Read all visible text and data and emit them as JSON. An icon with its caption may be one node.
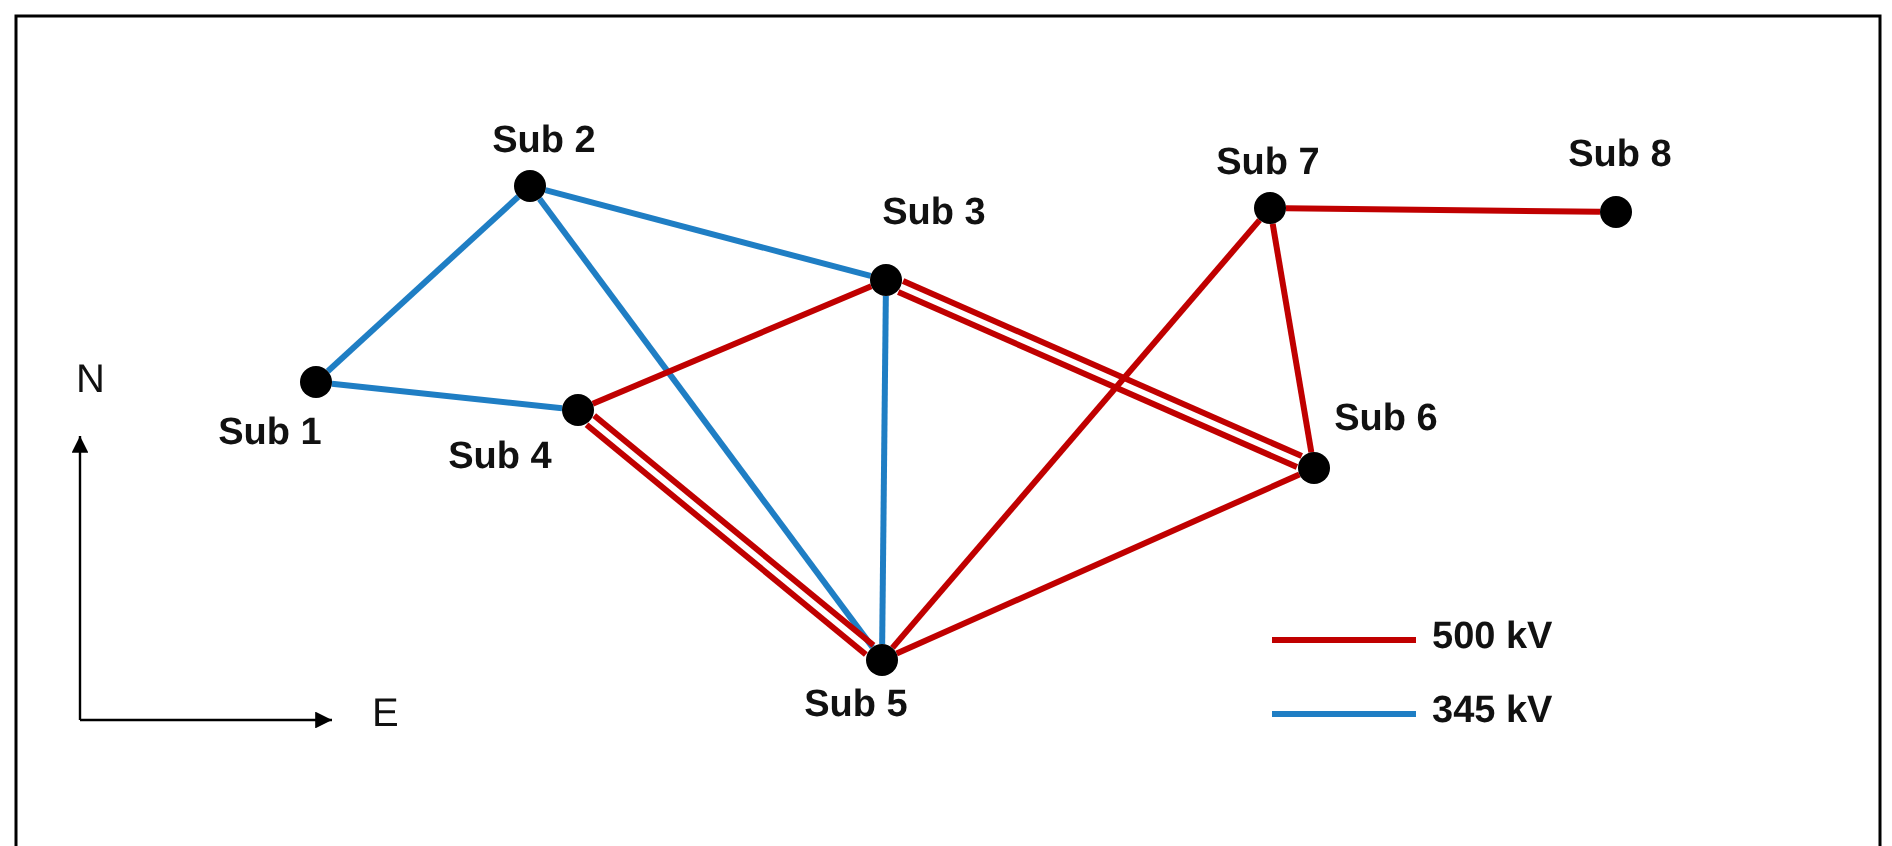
{
  "diagram": {
    "nodes": [
      {
        "text": [
          "Sub 1"
        ]
      },
      {
        "text": [
          "Sub 2"
        ]
      },
      {
        "text": [
          "Sub 3"
        ]
      },
      {
        "text": [
          "Sub 4"
        ]
      },
      {
        "text": [
          "Sub 5"
        ]
      },
      {
        "text": [
          "Sub 6"
        ]
      },
      {
        "text": [
          "Sub 7"
        ]
      },
      {
        "text": [
          "Sub 8"
        ]
      }
    ],
    "edges": [
      {
        "from": 0,
        "to": 1,
        "arrow": "none",
        "color": "#1f7ec4"
      },
      {
        "from": 0,
        "to": 3,
        "arrow": "none",
        "color": "#1f7ec4"
      },
      {
        "from": 1,
        "to": 2,
        "arrow": "none",
        "color": "#1f7ec4"
      },
      {
        "from": 1,
        "to": 4,
        "arrow": "none",
        "color": "#1f7ec4"
      },
      {
        "from": 2,
        "to": 4,
        "arrow": "none",
        "color": "#1f7ec4"
      },
      {
        "from": 3,
        "to": 2,
        "arrow": "none"
      },
      {
        "from": 3,
        "to": 4,
        "arrow": "none"
      },
      {
        "from": 3,
        "to": 4,
        "arrow": "none"
      },
      {
        "from": 2,
        "to": 5,
        "arrow": "none"
      },
      {
        "from": 2,
        "to": 5,
        "arrow": "none"
      },
      {
        "from": 4,
        "to": 6,
        "arrow": "none"
      },
      {
        "from": 4,
        "to": 5,
        "arrow": "none"
      },
      {
        "from": 6,
        "to": 5,
        "arrow": "none"
      },
      {
        "from": 6,
        "to": 7,
        "arrow": "none"
      }
    ],
    "labels": [
      "N",
      "E"
    ],
    "legend": [
      {
        "text": "500 kV"
      },
      {
        "text": "345 kV"
      }
    ]
  }
}
